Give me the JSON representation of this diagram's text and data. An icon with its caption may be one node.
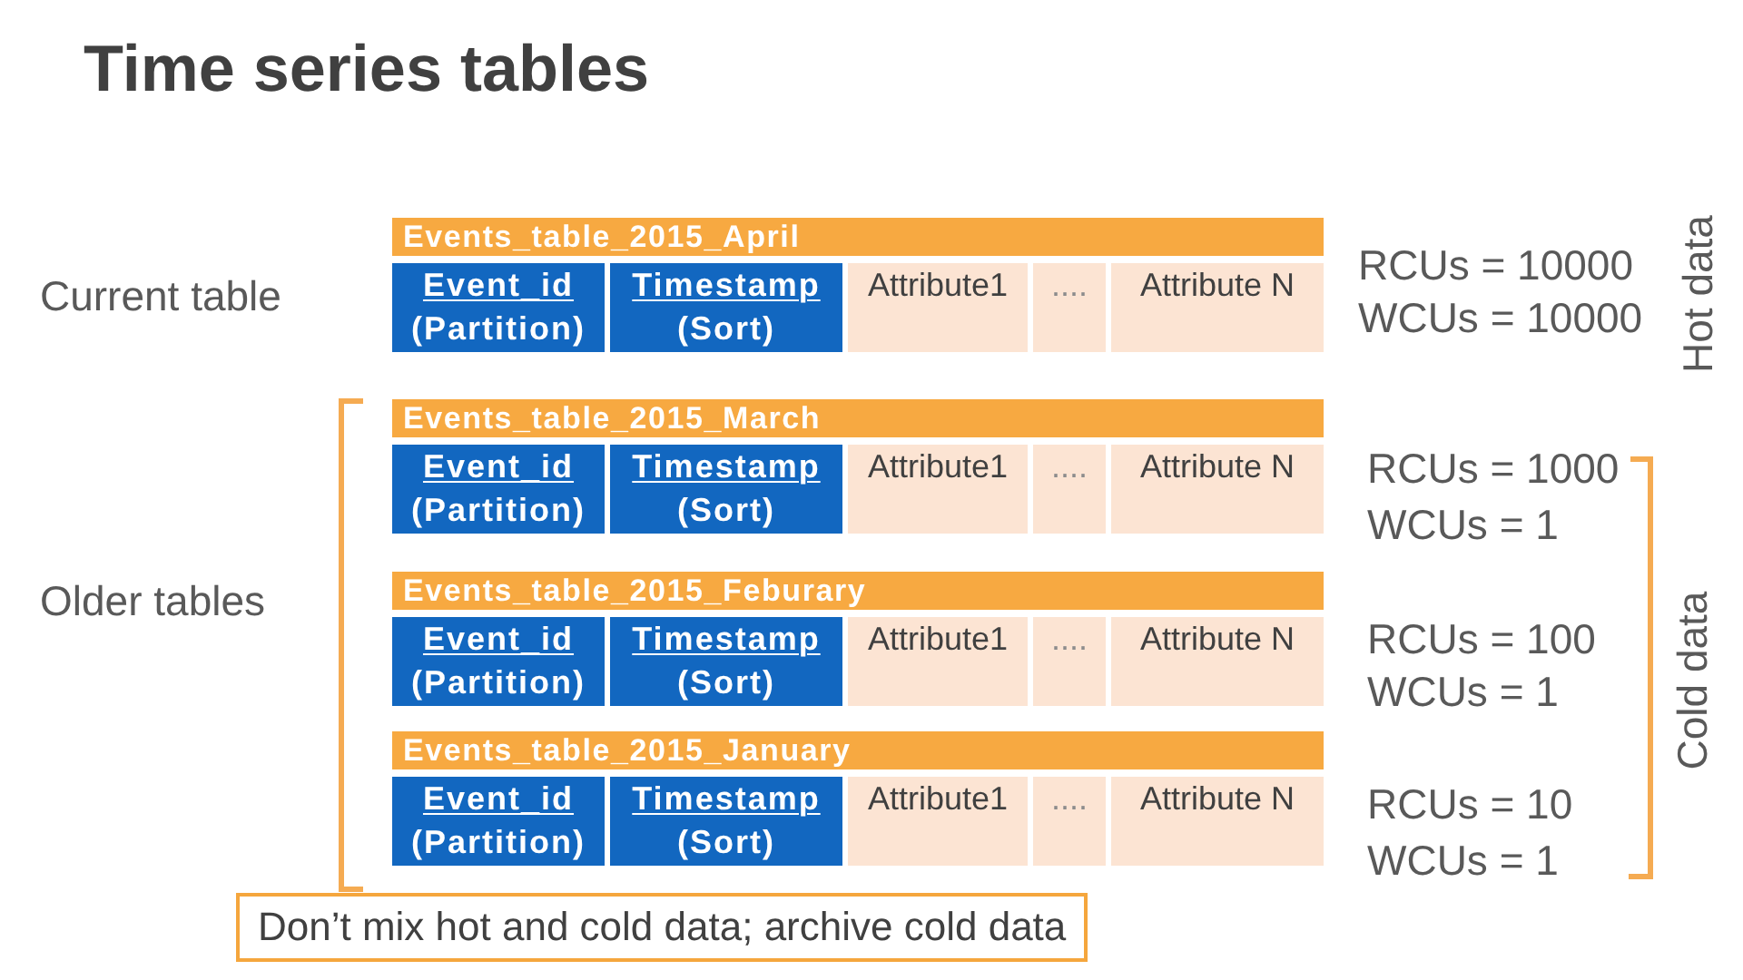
{
  "diagram": {
    "title": "Time series tables",
    "nodes": [
      {
        "text": [
          "Events_table_2015_April"
        ]
      },
      {
        "text": [
          "Event_id",
          "(Partition)"
        ]
      },
      {
        "text": [
          "Timestamp",
          "(Sort)"
        ]
      },
      {
        "text": [
          "Attribute1"
        ]
      },
      {
        "text": [
          "...."
        ]
      },
      {
        "text": [
          "Attribute N"
        ]
      },
      {
        "text": [
          "Events_table_2015_March"
        ]
      },
      {
        "text": [
          "Event_id",
          "(Partition)"
        ]
      },
      {
        "text": [
          "Timestamp",
          "(Sort)"
        ]
      },
      {
        "text": [
          "Attribute1"
        ]
      },
      {
        "text": [
          "...."
        ]
      },
      {
        "text": [
          "Attribute N"
        ]
      },
      {
        "text": [
          "Events_table_2015_Feburary"
        ]
      },
      {
        "text": [
          "Event_id",
          "(Partition)"
        ]
      },
      {
        "text": [
          "Timestamp",
          "(Sort)"
        ]
      },
      {
        "text": [
          "Attribute1"
        ]
      },
      {
        "text": [
          "...."
        ]
      },
      {
        "text": [
          "Attribute N"
        ]
      },
      {
        "text": [
          "Events_table_2015_January"
        ]
      },
      {
        "text": [
          "Event_id",
          "(Partition)"
        ]
      },
      {
        "text": [
          "Timestamp",
          "(Sort)"
        ]
      },
      {
        "text": [
          "Attribute1"
        ]
      },
      {
        "text": [
          "...."
        ]
      },
      {
        "text": [
          "Attribute N"
        ]
      },
      {
        "text": [
          "Don’t mix hot and cold data; archive cold data"
        ]
      }
    ],
    "labels": [
      "Current table",
      "RCUs = 10000",
      "WCUs = 10000",
      "Hot data",
      "Older tables",
      "RCUs = 1000",
      "WCUs = 1",
      "RCUs = 100",
      "WCUs = 1",
      "RCUs = 10",
      "WCUs = 1",
      "Cold data"
    ]
  }
}
